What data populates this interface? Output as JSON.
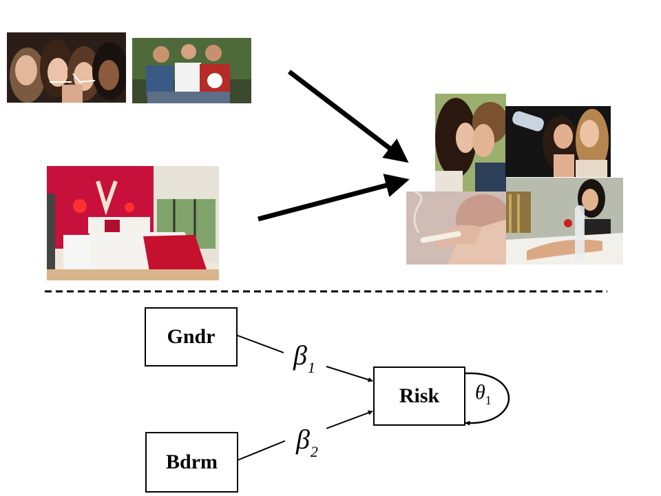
{
  "diagram": {
    "photos": [
      {
        "id": "teens-smoking-photo",
        "subject": "four teenage girls lighting cigarettes"
      },
      {
        "id": "teen-boys-photo",
        "subject": "three teenage boys sitting with a ball"
      },
      {
        "id": "bedroom-photo",
        "subject": "red and white bedroom"
      },
      {
        "id": "kissing-photo",
        "subject": "teen couple kissing"
      },
      {
        "id": "drinking-photo",
        "subject": "girls drinking from a bottle"
      },
      {
        "id": "joint-photo",
        "subject": "person smoking a joint"
      },
      {
        "id": "bong-photo",
        "subject": "girl with a bong on a bed"
      }
    ],
    "nodes": {
      "gender": "Gndr",
      "bedroom": "Bdrm",
      "risk": "Risk"
    },
    "coefficients": {
      "beta1_symbol": "β",
      "beta1_index": "1",
      "beta2_symbol": "β",
      "beta2_index": "2",
      "theta_symbol": "θ",
      "theta_index": "1"
    }
  }
}
